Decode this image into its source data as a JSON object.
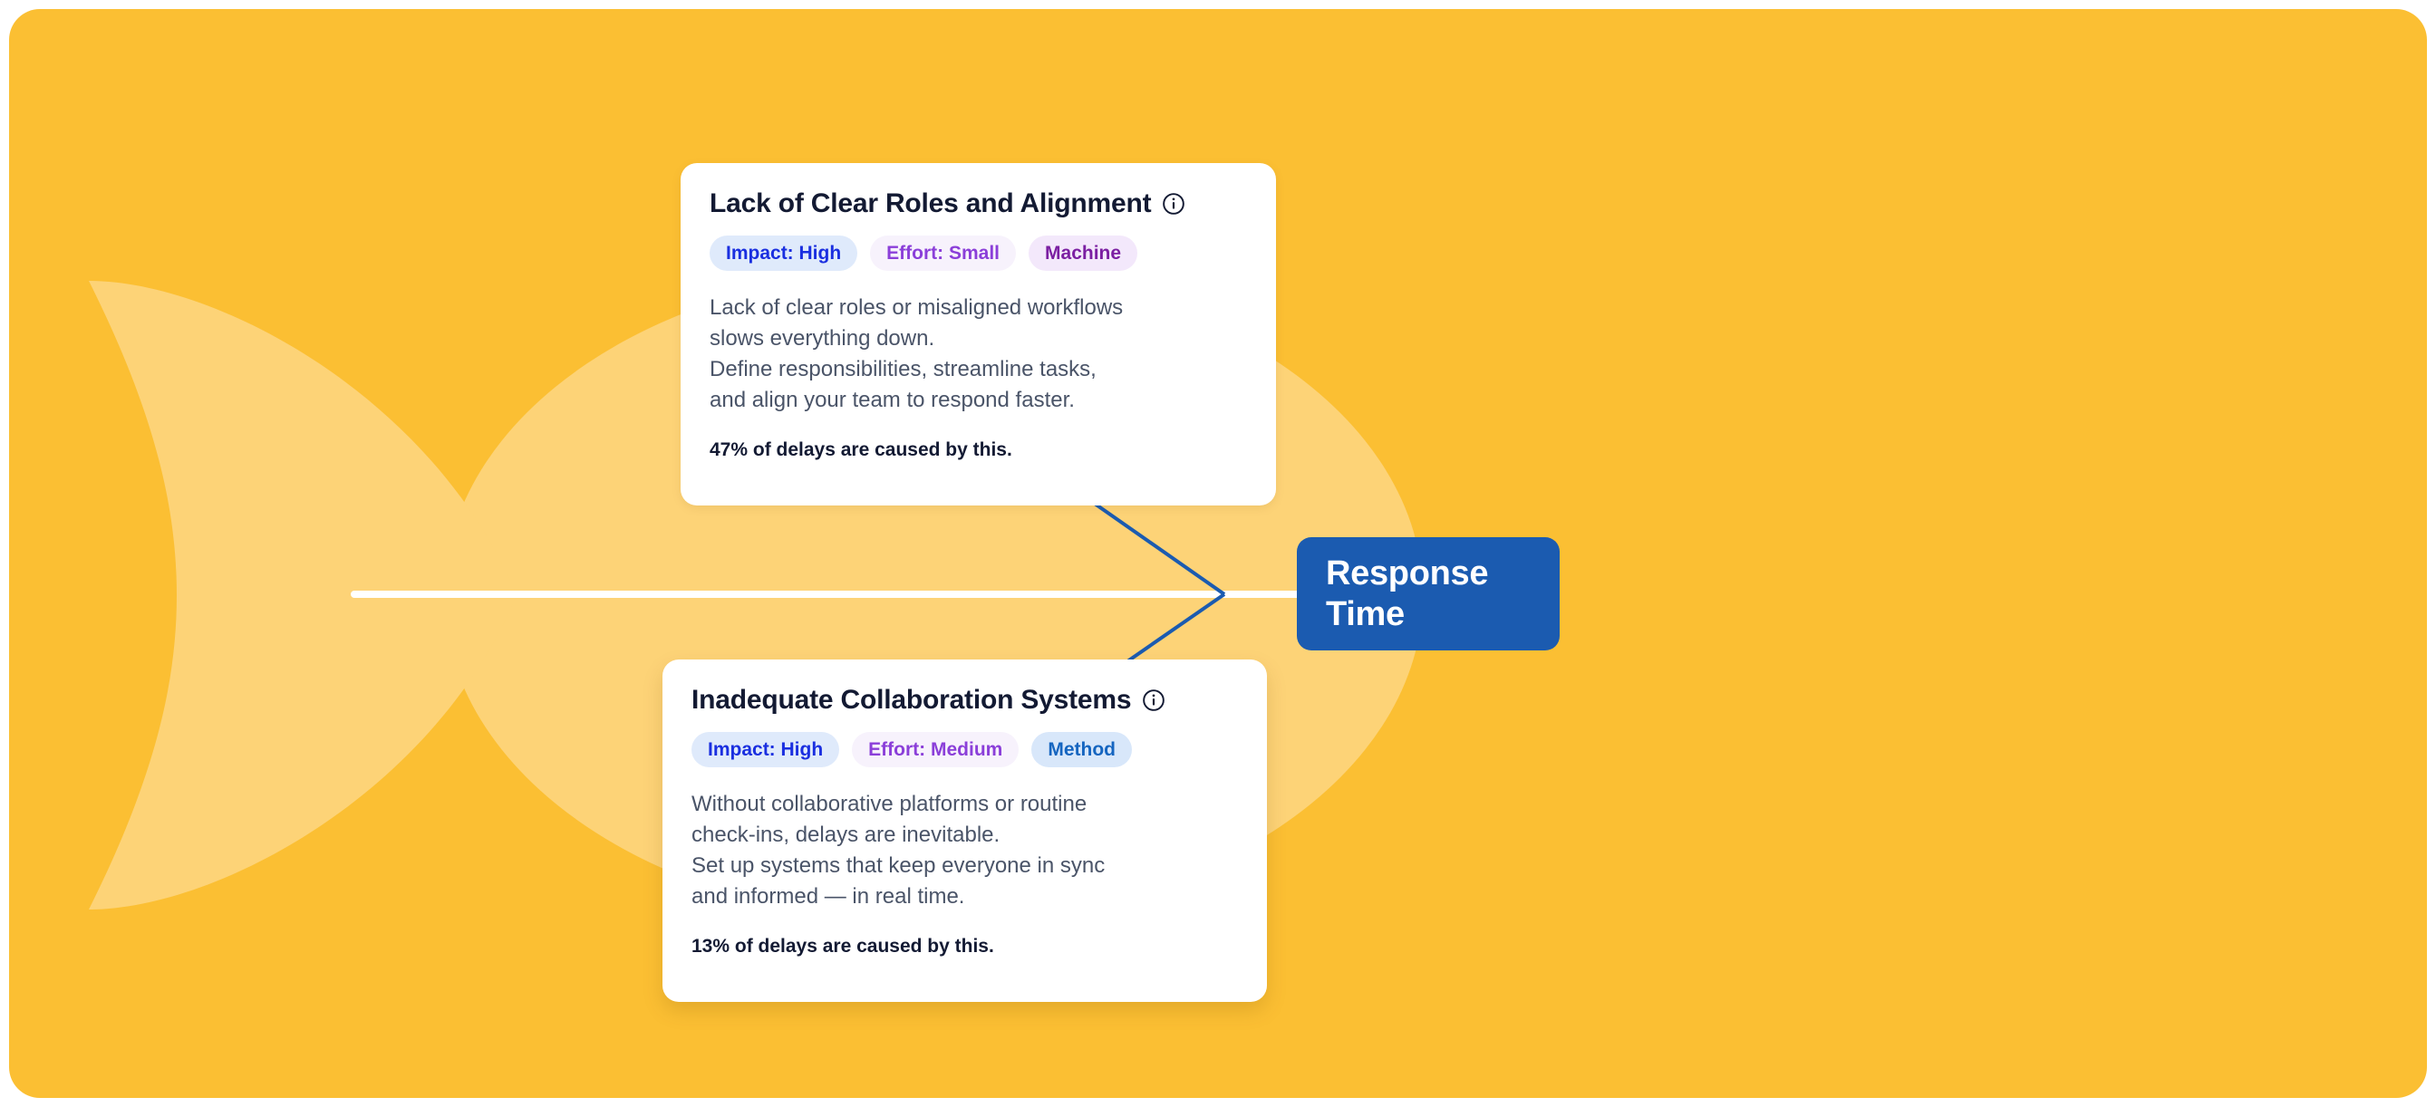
{
  "colors": {
    "canvas_bg": "#fbbf33",
    "fish_shape": "#fdd377",
    "spine": "#ffffff",
    "branch_line": "#1b5bb0",
    "effect_box": "#1b5bb0",
    "card_bg": "#ffffff",
    "title_text": "#131a33",
    "body_text": "#4a5468",
    "badge_impact_bg": "#dfeafb",
    "badge_impact_text": "#1a2fe0",
    "badge_effort_bg": "#f7f2fc",
    "badge_effort_text": "#8b3fd9",
    "badge_machine_bg": "#f3e8fb",
    "badge_machine_text": "#7b1fa2",
    "badge_method_bg": "#d8e7fa",
    "badge_method_text": "#1565c0"
  },
  "diagram": {
    "type": "fishbone",
    "effect": {
      "line1": "Response",
      "line2": "Time"
    },
    "causes": [
      {
        "position": "top",
        "title": "Lack of Clear Roles and Alignment",
        "info_icon": "info-circle-icon",
        "badges": [
          {
            "name": "impact",
            "label": "Impact: High"
          },
          {
            "name": "effort",
            "label": "Effort: Small"
          },
          {
            "name": "category",
            "label": "Machine"
          }
        ],
        "body_lines": [
          "Lack of clear roles or misaligned workflows",
          "slows everything down.",
          "Define responsibilities, streamline tasks,",
          "and align your team to respond faster."
        ],
        "stat": "47% of delays are caused by this."
      },
      {
        "position": "bottom",
        "title": "Inadequate Collaboration Systems",
        "info_icon": "info-circle-icon",
        "badges": [
          {
            "name": "impact",
            "label": "Impact: High"
          },
          {
            "name": "effort",
            "label": "Effort: Medium"
          },
          {
            "name": "category",
            "label": "Method"
          }
        ],
        "body_lines": [
          "Without collaborative platforms or routine",
          "check-ins, delays are inevitable.",
          "Set up systems that keep everyone in sync",
          "and informed — in real time."
        ],
        "stat": "13% of delays are caused by this."
      }
    ]
  }
}
